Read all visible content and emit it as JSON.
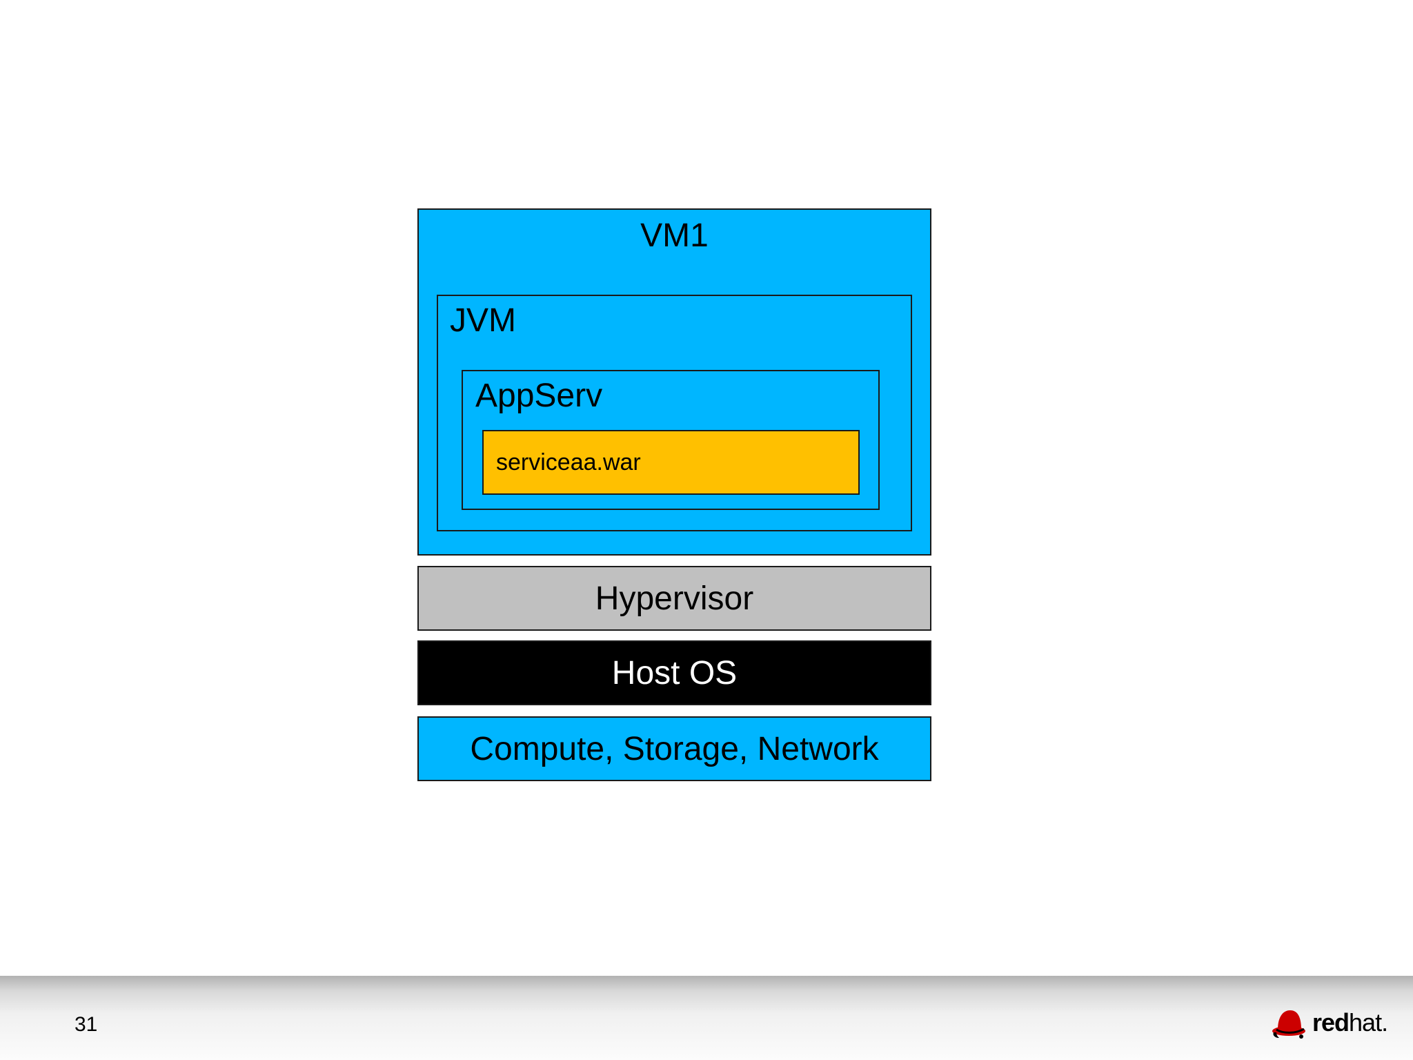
{
  "diagram": {
    "vm": {
      "label": "VM1",
      "color": "#00b6ff"
    },
    "jvm": {
      "label": "JVM"
    },
    "appserver": {
      "label": "AppServ"
    },
    "artifact": {
      "label": "serviceaa.war",
      "color": "#ffc000"
    },
    "hypervisor": {
      "label": "Hypervisor",
      "color": "#c0c0c0"
    },
    "host_os": {
      "label": "Host OS",
      "color": "#000000"
    },
    "hardware": {
      "label": "Compute, Storage, Network",
      "color": "#00b6ff"
    }
  },
  "footer": {
    "slide_number": "31",
    "logo": {
      "name": "redhat-logo",
      "text_bold": "red",
      "text_light": "hat.",
      "color": "#cc0000"
    }
  }
}
